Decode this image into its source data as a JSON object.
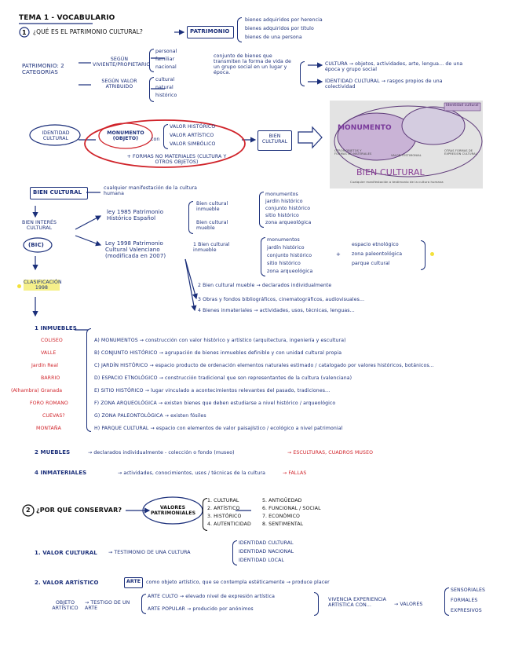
{
  "title": "TEMA 1 - VOCABULARIO",
  "q1": {
    "num": "1",
    "question": "¿QUÉ ES EL PATRIMONIO CULTURAL?",
    "term": "PATRIMONIO",
    "defs": [
      "bienes adquiridos por herencia",
      "bienes adquiridos por título",
      "bienes de una persona"
    ]
  },
  "categorias": {
    "label": "PATRIMONIO: 2 CATEGORÍAS",
    "segun_propietario": "SEGÚN VIVIENTE/PROPIETARIO",
    "propietario_items": [
      "personal",
      "familiar",
      "nacional"
    ],
    "segun_valor": "SEGÚN VALOR ATRIBUIDO",
    "valor_items": [
      "cultural",
      "natural",
      "histórico"
    ],
    "conjunto": "conjunto de bienes que transmiten la forma de vida de un grupo social en un lugar y época.",
    "cultura": "CULTURA → objetos, actividades, arte, lengua... de una época y grupo social",
    "identidad": "IDENTIDAD CULTURAL → rasgos propios de una colectividad"
  },
  "identidad_block": {
    "oval": "IDENTIDAD CULTURAL",
    "monumento": "MONUMENTO (OBJETO)",
    "con": "con",
    "valores": [
      "VALOR HISTÓRICO",
      "VALOR ARTÍSTICO",
      "VALOR SIMBÓLICO"
    ],
    "extra": "+ FORMAS NO MATERIALES (CULTURA Y OTROS OBJETOS)",
    "bien_cultural": "BIEN CULTURAL"
  },
  "diagram": {
    "identidad": "Identidad cultural",
    "monumento": "MONUMENTO",
    "bien_cultural": "BIEN CULTURAL",
    "caption": "Cualquier manifestación o testimonio de la cultura humana",
    "left_text": "OTROS OBJETOS Y FORMAS NO MATERIALES",
    "mid_text": "VALOR TESTIMONIAL",
    "right_text": "OTRAS FORMAS DE EXPRESIÓN CULTURAL"
  },
  "bien_cultural": {
    "label": "BIEN CULTURAL",
    "def": "cualquier manifestación de la cultura humana",
    "bic": "BIEN INTERÉS CULTURAL",
    "bic_abbr": "(BIC)",
    "clasificacion": "CLASIFICACIÓN 1998",
    "ley85": "ley 1985 Patrimonio Histórico Español",
    "inmueble85": "Bien cultural inmueble",
    "mueble85": "Bien cultural mueble",
    "inmueble85_items": [
      "monumentos",
      "jardín histórico",
      "conjunto histórico",
      "sitio histórico",
      "zona arqueológica"
    ],
    "ley98": "Ley 1998 Patrimonio Cultural Valenciano (modificada en 2007)",
    "b1": "1 Bien cultural inmueble",
    "b1_items": [
      "monumentos",
      "jardín histórico",
      "conjunto histórico",
      "sitio histórico",
      "zona arqueológica"
    ],
    "b1_extra": [
      "espacio etnológico",
      "zona paleontológica",
      "parque cultural"
    ],
    "b2": "2 Bien cultural mueble → declarados individualmente",
    "b3": "3 Obras y fondos bibliográficos, cinematográficos, audiovisuales...",
    "b4": "4 Bienes inmateriales → actividades, usos, técnicas, lenguas..."
  },
  "inmuebles": {
    "label": "1 INMUEBLES",
    "items": [
      {
        "side": "COLISEO",
        "text": "A) MONUMENTOS → construcción con valor histórico y artístico (arquitectura, ingeniería y escultura)"
      },
      {
        "side": "VALLE",
        "text": "B) CONJUNTO HISTÓRICO → agrupación de bienes inmuebles definible y con unidad cultural propia"
      },
      {
        "side": "Jardín Real",
        "text": "C) JARDÍN HISTÓRICO → espacio producto de ordenación elementos naturales estimado / catalogado por valores históricos, botánicos..."
      },
      {
        "side": "BARRIO",
        "text": "D) ESPACIO ETNOLÓGICO → construcción tradicional que son representantes de la cultura (valenciana)"
      },
      {
        "side": "(Alhambra) Granada",
        "text": "E) SITIO HISTÓRICO → lugar vinculado a acontecimientos relevantes del pasado, tradiciones..."
      },
      {
        "side": "FORO ROMANO",
        "text": "F) ZONA ARQUEOLÓGICA → existen bienes que deben estudiarse a nivel histórico / arqueológico"
      },
      {
        "side": "CUEVAS?",
        "text": "G) ZONA PALEONTOLÓGICA → existen fósiles"
      },
      {
        "side": "MONTAÑA",
        "text": "H) PARQUE CULTURAL → espacio con elementos de valor paisajístico / ecológico a nivel patrimonial"
      }
    ]
  },
  "muebles": {
    "label": "2 MUEBLES",
    "text": "→ declarados individualmente - colección o fondo (museo)",
    "red": "→ ESCULTURAS, CUADROS MUSEO"
  },
  "inmateriales": {
    "label": "4 INMATERIALES",
    "text": "→ actividades, conocimientos, usos / técnicas de la cultura",
    "red": "→ FALLAS"
  },
  "q2": {
    "num": "2",
    "question": "¿POR QUÉ CONSERVAR?",
    "cloud": "VALORES PATRIMONIALES",
    "list_a": [
      "1. CULTURAL",
      "2. ARTÍSTICO",
      "3. HISTÓRICO",
      "4. AUTENTICIDAD"
    ],
    "list_b": [
      "5. ANTIGÜEDAD",
      "6. FUNCIONAL / SOCIAL",
      "7. ECONÓMICO",
      "8. SENTIMENTAL"
    ]
  },
  "valor_cultural": {
    "label": "1. VALOR CULTURAL",
    "text": "→ TESTIMONIO DE UNA CULTURA",
    "items": [
      "IDENTIDAD CULTURAL",
      "IDENTIDAD NACIONAL",
      "IDENTIDAD LOCAL"
    ]
  },
  "valor_artistico": {
    "label": "2. VALOR ARTÍSTICO",
    "arte": "ARTE",
    "text": "como objeto artístico, que se contempla estéticamente → produce placer",
    "objeto": "OBJETO ARTÍSTICO",
    "testigo": "→ TESTIGO DE UN ARTE",
    "culto": "ARTE CULTO → elevado nivel de expresión artística",
    "popular": "ARTE POPULAR → producido por anónimos",
    "vivencia": "VIVENCIA EXPERIENCIA ARTÍSTICA CON...",
    "valores": "→ VALORES",
    "valores_items": [
      "SENSORIALES",
      "FORMALES",
      "EXPRESIVOS"
    ]
  }
}
